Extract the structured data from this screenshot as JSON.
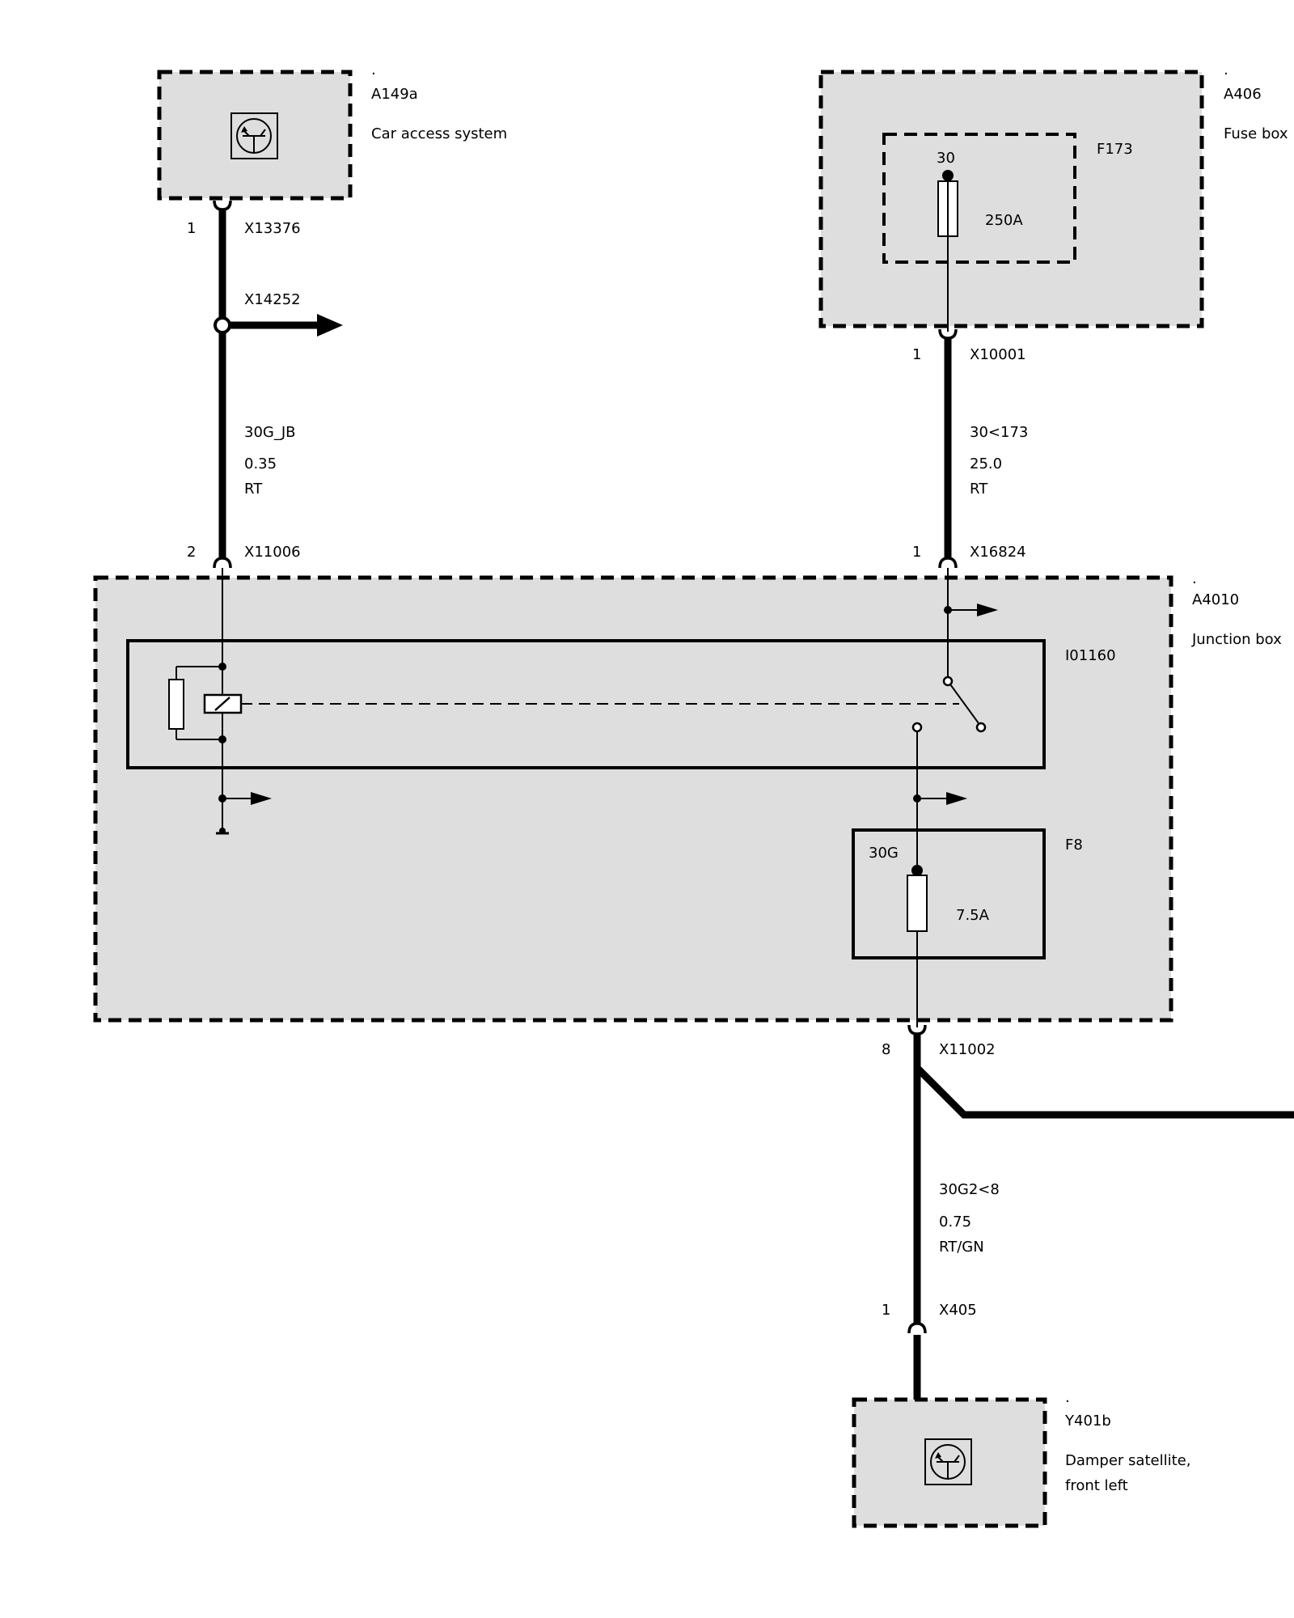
{
  "components": {
    "a149a": {
      "dot": ".",
      "id": "A149a",
      "name": "Car access system"
    },
    "a406": {
      "dot": ".",
      "id": "A406",
      "name": "Fuse box"
    },
    "a4010": {
      "dot": ".",
      "id": "A4010",
      "name": "Junction box"
    },
    "y401b": {
      "dot": ".",
      "id": "Y401b",
      "name_line1": "Damper satellite,",
      "name_line2": "front left"
    }
  },
  "fuses": {
    "f173": {
      "id": "F173",
      "terminal": "30",
      "rating": "250A"
    },
    "f8": {
      "id": "F8",
      "terminal": "30G",
      "rating": "7.5A"
    }
  },
  "relay": {
    "id": "I01160"
  },
  "connectors": {
    "x13376": {
      "pin": "1",
      "id": "X13376"
    },
    "x14252": {
      "id": "X14252"
    },
    "x10001": {
      "pin": "1",
      "id": "X10001"
    },
    "x11006": {
      "pin": "2",
      "id": "X11006"
    },
    "x16824": {
      "pin": "1",
      "id": "X16824"
    },
    "x11002": {
      "pin": "8",
      "id": "X11002"
    },
    "x405": {
      "pin": "1",
      "id": "X405"
    }
  },
  "wires": {
    "w1": {
      "signal": "30G_JB",
      "gauge": "0.35",
      "color": "RT"
    },
    "w2": {
      "signal": "30<173",
      "gauge": "25.0",
      "color": "RT"
    },
    "w3": {
      "signal": "30G2<8",
      "gauge": "0.75",
      "color": "RT/GN"
    }
  }
}
